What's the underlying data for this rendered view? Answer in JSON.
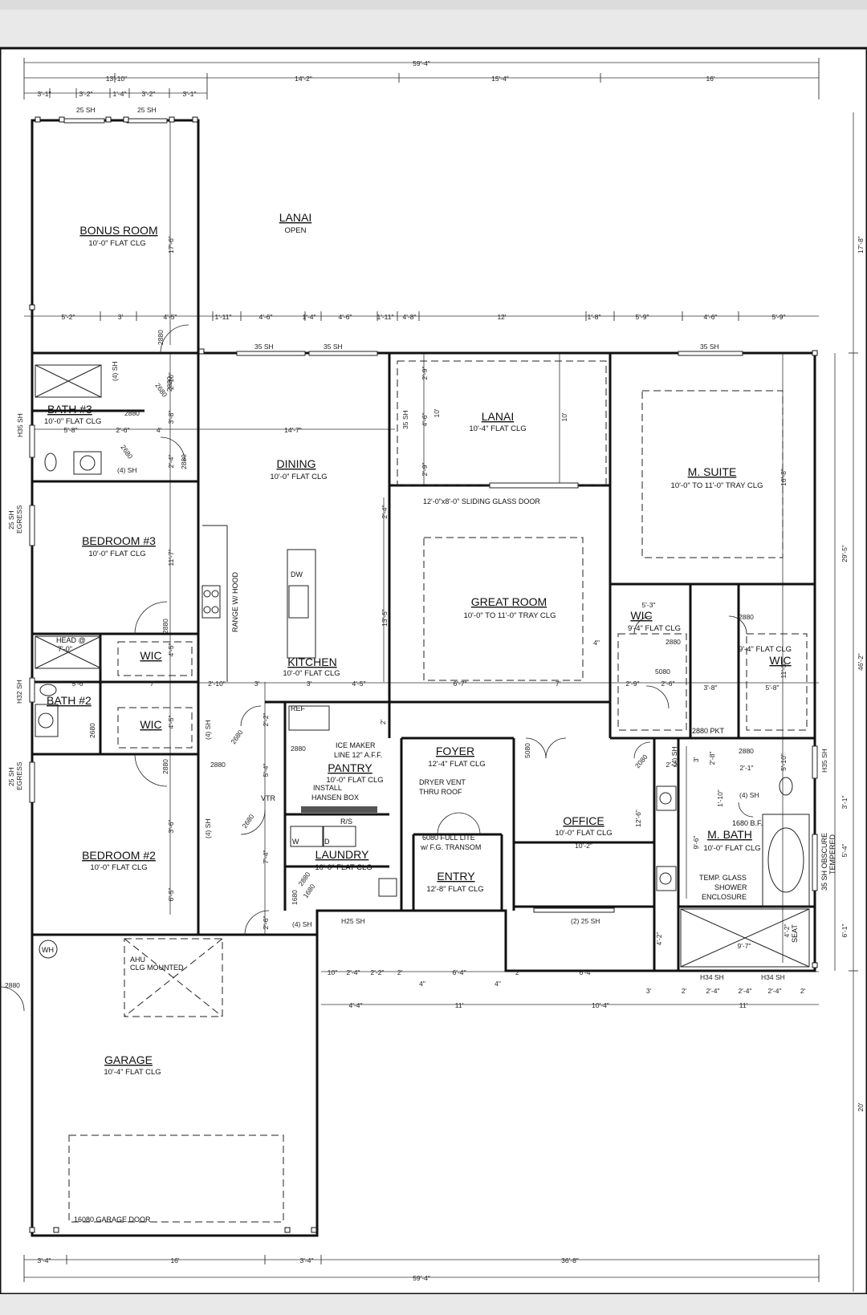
{
  "rooms": {
    "bonus": {
      "name": "BONUS ROOM",
      "clg": "10'-0\" FLAT CLG"
    },
    "lanai_open": {
      "name": "LANAI",
      "clg": "OPEN"
    },
    "bath3": {
      "name": "BATH #3",
      "clg": "10'-0\" FLAT CLG"
    },
    "dining": {
      "name": "DINING",
      "clg": "10'-0\" FLAT CLG"
    },
    "lanai": {
      "name": "LANAI",
      "clg": "10'-4\" FLAT CLG"
    },
    "msuite": {
      "name": "M. SUITE",
      "clg": "10'-0\" TO 11'-0\" TRAY CLG"
    },
    "bedroom3": {
      "name": "BEDROOM #3",
      "clg": "10'-0\" FLAT CLG"
    },
    "great": {
      "name": "GREAT ROOM",
      "clg": "10'-0\" TO 11'-0\" TRAY CLG"
    },
    "kitchen": {
      "name": "KITCHEN",
      "clg": "10'-0\" FLAT CLG"
    },
    "wic1": {
      "name": "WIC",
      "clg": "9'-4\" FLAT CLG"
    },
    "wic2": {
      "name": "WIC",
      "clg": "9'-4\" FLAT CLG"
    },
    "wic3": {
      "name": "WIC"
    },
    "wic4": {
      "name": "WIC"
    },
    "bath2": {
      "name": "BATH #2"
    },
    "foyer": {
      "name": "FOYER",
      "clg": "12'-4\" FLAT CLG"
    },
    "pantry": {
      "name": "PANTRY",
      "clg": "10'-0\" FLAT CLG"
    },
    "office": {
      "name": "OFFICE",
      "clg": "10'-0\" FLAT CLG"
    },
    "mbath": {
      "name": "M. BATH",
      "clg": "10'-0\" FLAT CLG"
    },
    "bedroom2": {
      "name": "BEDROOM #2",
      "clg": "10'-0\" FLAT CLG"
    },
    "laundry": {
      "name": "LAUNDRY",
      "clg": "10'-0\" FLAT CLG"
    },
    "entry": {
      "name": "ENTRY",
      "clg": "12'-8\" FLAT CLG"
    },
    "garage": {
      "name": "GARAGE",
      "clg": "10'-4\" FLAT CLG"
    }
  },
  "notes": {
    "sliding": "12'-0\"x8'-0\" SLIDING GLASS DOOR",
    "ice1": "ICE MAKER",
    "ice2": "LINE 12\" A.F.F.",
    "install": "INSTALL",
    "hansen": "HANSEN BOX",
    "dryer1": "DRYER VENT",
    "dryer2": "THRU ROOF",
    "door1": "6080 FULL LITE",
    "door2": "w/ F.G. TRANSOM",
    "temp1": "TEMP. GLASS",
    "temp2": "SHOWER",
    "temp3": "ENCLOSURE",
    "obsc1": "35 SH OBSCURE",
    "obsc2": "TEMPERED",
    "garagedoor": "16080 GARAGE DOOR",
    "head1": "HEAD @",
    "head2": "7'-0\"",
    "ahu1": "AHU",
    "ahu2": "CLG MOUNTED",
    "range": "RANGE W/ HOOD",
    "wh": "WH",
    "dw": "DW",
    "ref": "REF",
    "seat": "SEAT",
    "bf": "1680 B.F.",
    "vtr": "VTR",
    "w": "W",
    "d": "D",
    "rs": "R/S",
    "pkt": "2880  PKT"
  },
  "windows": {
    "sh25a": "25 SH",
    "sh25b": "25 SH",
    "sh35a": "35 SH",
    "sh35b": "35 SH",
    "sh35c": "35 SH",
    "sh35d": "35 SH",
    "h35a": "H35 SH",
    "eg1a": "25 SH",
    "eg1b": "EGRESS",
    "h32": "H32 SH",
    "eg2a": "25 SH",
    "eg2b": "EGRESS",
    "h35b": "H35 SH",
    "h25": "H25 SH",
    "sh25x2": "(2) 25 SH",
    "h34a": "H34 SH",
    "h34b": "H34 SH",
    "sh4a": "(4) SH",
    "sh4b": "(4) SH",
    "sh4c": "(4) SH",
    "sh4d": "(4) SH",
    "sh4e": "(4) SH",
    "sh4f": "(4) SH",
    "sh4g": "(4) SH"
  },
  "doors": {
    "d2880a": "2880",
    "d2880b": "2880",
    "d2880c": "2880",
    "d2880d": "2880",
    "d2880e": "2880",
    "d2880f": "2880",
    "d2880g": "2880",
    "d2880h": "2880",
    "d2880i": "2880",
    "d2880j": "2880",
    "d2880k": "2880",
    "d2680a": "2680",
    "d2680b": "2680",
    "d2680c": "2680",
    "d2680d": "2680",
    "d2680e": "2680",
    "d2080a": "2080",
    "d2080b": "2080",
    "d1680a": "1680",
    "d1680b": "1680",
    "d5080a": "5080",
    "d5080b": "5080"
  },
  "dims": {
    "overall": "59'-4\"",
    "d13_10": "13'-10\"",
    "d14_2": "14'-2\"",
    "d15_4": "15'-4\"",
    "d16": "16'",
    "s3_1a": "3'-1\"",
    "s3_2a": "3'-2\"",
    "s1_4a": "1'-4\"",
    "s3_2b": "3'-2\"",
    "s3_1b": "3'-1\"",
    "m5_2": "5'-2\"",
    "m3": "3'",
    "m4_5": "4'-5\"",
    "m1_11a": "1'-11\"",
    "m4_6a": "4'-6\"",
    "m1_4": "1'-4\"",
    "m4_6b": "4'-6\"",
    "m1_11b": "1'-11\"",
    "m4_8": "4'-8\"",
    "m12": "12'",
    "m1_8": "1'-8\"",
    "m5_9a": "5'-9\"",
    "m4_6c": "4'-6\"",
    "m5_9b": "5'-9\"",
    "r17_8": "17'-8\"",
    "r29_5": "29'-5\"",
    "r46_2": "46'-2\"",
    "r20": "20'",
    "r6_1": "6'-1\"",
    "r5_4": "5'-4\"",
    "r3_1": "3'-1\"",
    "v17_6": "17'-6\"",
    "v2_10": "2'-10\"",
    "v3_8": "3'-8\"",
    "v2_4": "2'-4\"",
    "v11_7": "11'-7\"",
    "v4_5a": "4'-5\"",
    "v4_5b": "4'-5\"",
    "v3_6": "3'-6\"",
    "v6_5": "6'-5\"",
    "v5_4": "5'-4\"",
    "v7_4": "7'-4\"",
    "v2_6": "2'-6\"",
    "v13_5": "13'-5\"",
    "v2_4b": "2'-4\"",
    "v16_8": "16'-8\"",
    "v4_6": "4'-6\"",
    "v2_9a": "2'-9\"",
    "v2_9b": "2'-9\"",
    "v10": "10'",
    "v10b": "10'",
    "v11_3": "11'-3\"",
    "v5_10": "5'-10\"",
    "v9_6": "9'-6\"",
    "v2_8": "2'-8\"",
    "v3": "3'",
    "v12_6": "12'-6\"",
    "v4_2": "4'-2\"",
    "v4_2b": "4'-2\"",
    "v2_2": "2'-2\"",
    "v1_10": "1'-10\"",
    "v2": "2'",
    "h14_7": "14'-7\"",
    "h5_8a": "5'-8\"",
    "h2_6": "2'-6\"",
    "h4": "4'",
    "h5_6": "5'-6\"",
    "h7": "7'",
    "h2_10": "2'-10\"",
    "h3a": "3'",
    "h3b": "3'",
    "h4_5": "4'-5\"",
    "h6_7": "6'-7\"",
    "h7b": "7'",
    "h2_9": "2'-9\"",
    "h2_6b": "2'-6\"",
    "h3_8": "3'-8\"",
    "h5_8b": "5'-8\"",
    "h5_3": "5'-3\"",
    "h10_2": "10'-2\"",
    "h2_1": "2'-1\"",
    "h9_7": "9'-7\"",
    "h7c": "7'",
    "h4b": "4\"",
    "h2_2": "2'-2\"",
    "b10": "10\"",
    "b2_4": "2'-4\"",
    "b2_2": "2'-2\"",
    "b2": "2'",
    "b6_4a": "6'-4\"",
    "b2b": "2'",
    "b6_4b": "6'-4\"",
    "b4a": "4\"",
    "b4b": "4\"",
    "b3": "3'",
    "b2c": "2'",
    "b2_4b": "2'-4\"",
    "b2_4c": "2'-4\"",
    "b2_4d": "2'-4\"",
    "b2d": "2'",
    "c4_4": "4'-4\"",
    "c11a": "11'",
    "c10_4": "10'-4\"",
    "c11b": "11'",
    "g3_4a": "3'-4\"",
    "g16": "16'",
    "g3_4b": "3'-4\"",
    "g36_8": "36'-8\"",
    "g59_4": "59'-4\"",
    "side2880": "2880"
  }
}
